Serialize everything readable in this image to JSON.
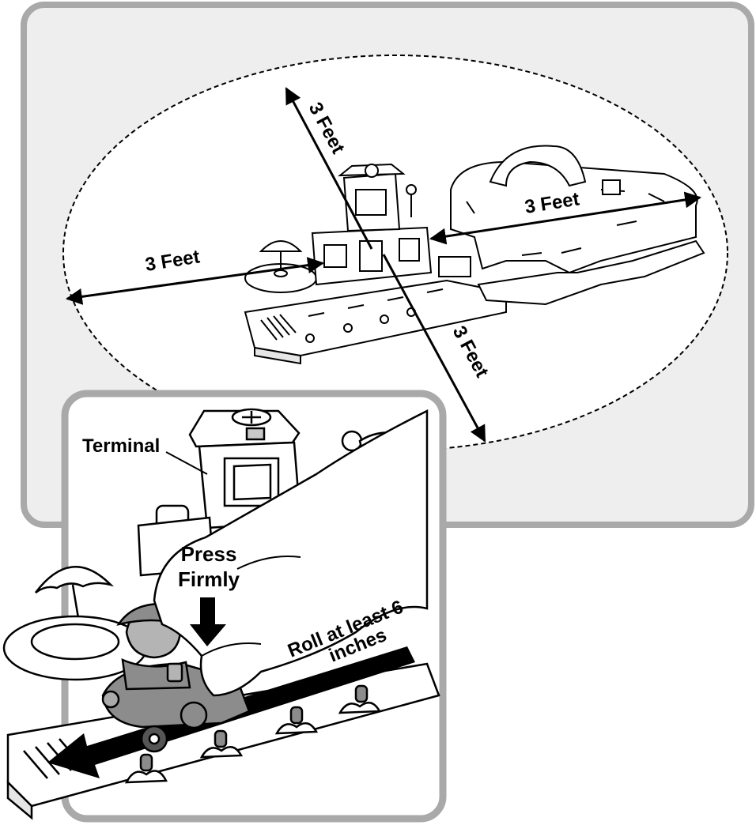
{
  "top_panel": {
    "dimension_labels": {
      "left": "3 Feet",
      "top": "3 Feet",
      "right": "3 Feet",
      "bottom": "3 Feet"
    }
  },
  "inset_panel": {
    "callout_terminal": "Terminal",
    "press_line1": "Press",
    "press_line2": "Firmly",
    "roll_line1": "Roll at least 6",
    "roll_line2": "inches"
  },
  "colors": {
    "panel_fill": "#eeeeee",
    "panel_border": "#a9a9a9",
    "ink": "#000000",
    "toy_gray": "#8c8c8c"
  }
}
